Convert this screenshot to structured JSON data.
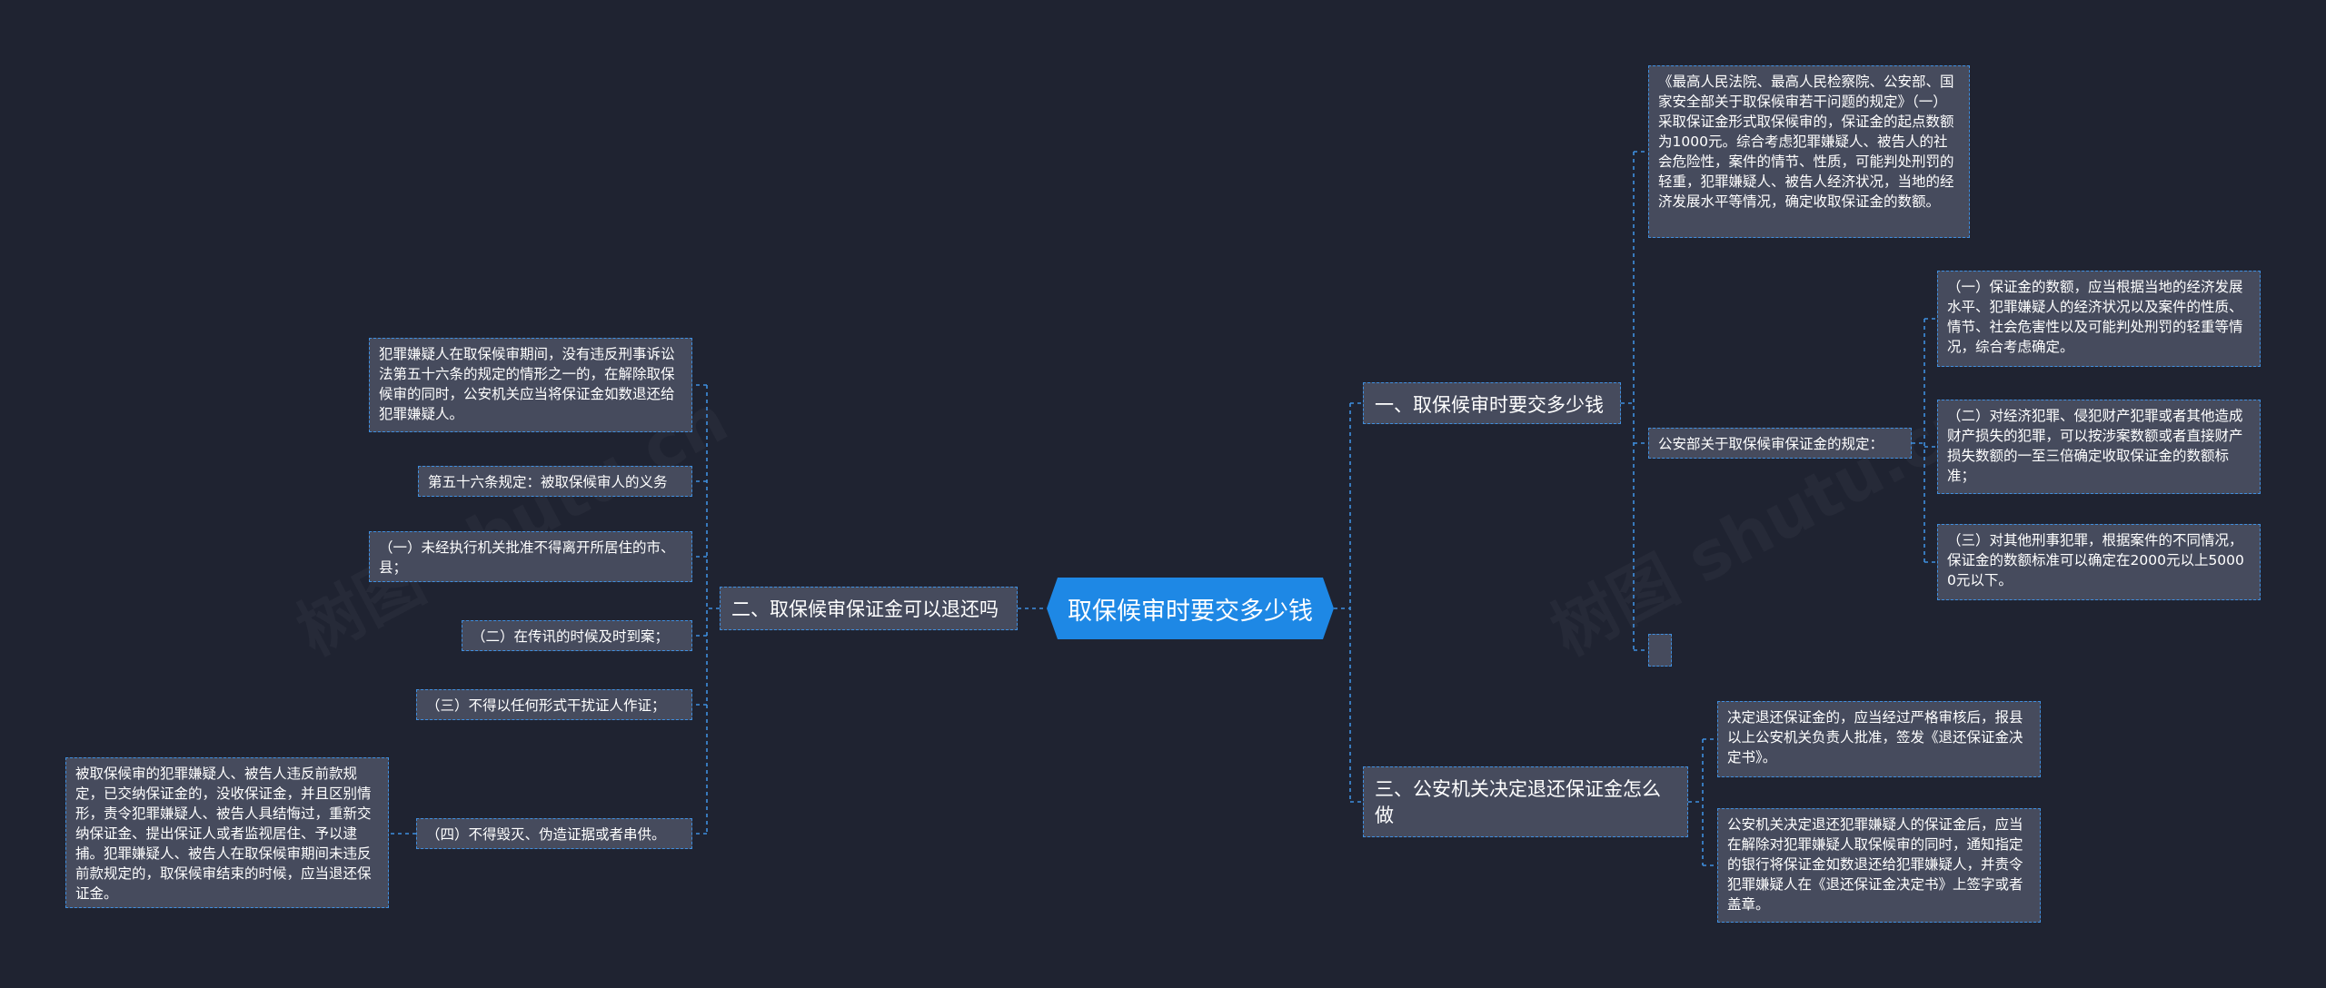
{
  "root": {
    "label": "取保候审时要交多少钱"
  },
  "branches": {
    "b1": {
      "label": "一、取保候审时要交多少钱"
    },
    "b2": {
      "label": "二、取保候审保证金可以退还吗"
    },
    "b3": {
      "label": "三、公安机关决定退还保证金怎么做"
    }
  },
  "b1_children": {
    "reg_text": "《最高人民法院、最高人民检察院、公安部、国家安全部关于取保候审若干问题的规定》（一）采取保证金形式取保候审的，保证金的起点数额为1000元。综合考虑犯罪嫌疑人、被告人的社会危险性，案件的情节、性质，可能判处刑罚的轻重，犯罪嫌疑人、被告人经济状况，当地的经济发展水平等情况，确定收取保证金的数额。",
    "ministry_label": "公安部关于取保候审保证金的规定：",
    "rules": [
      "（一）保证金的数额，应当根据当地的经济发展水平、犯罪嫌疑人的经济状况以及案件的性质、情节、社会危害性以及可能判处刑罚的轻重等情况，综合考虑确定。",
      "（二）对经济犯罪、侵犯财产犯罪或者其他造成财产损失的犯罪，可以按涉案数额或者直接财产损失数额的一至三倍确定收取保证金的数额标准；",
      "（三）对其他刑事犯罪，根据案件的不同情况，保证金的数额标准可以确定在2000元以上50000元以下。"
    ],
    "empty": ""
  },
  "b2_children": {
    "refund_text": "犯罪嫌疑人在取保候审期间，没有违反刑事诉讼法第五十六条的规定的情形之一的，在解除取保候审的同时，公安机关应当将保证金如数退还给犯罪嫌疑人。",
    "art56_title": "第五十六条规定：被取保候审人的义务",
    "duties": [
      "（一）未经执行机关批准不得离开所居住的市、县；",
      "（二）在传讯的时候及时到案；",
      "（三）不得以任何形式干扰证人作证；",
      "（四）不得毁灭、伪造证据或者串供。"
    ],
    "violation_text": "被取保候审的犯罪嫌疑人、被告人违反前款规定，已交纳保证金的，没收保证金，并且区别情形，责令犯罪嫌疑人、被告人具结悔过，重新交纳保证金、提出保证人或者监视居住、予以逮捕。犯罪嫌疑人、被告人在取保候审期间未违反前款规定的，取保候审结束的时候，应当退还保证金。"
  },
  "b3_children": {
    "decision_text": "决定退还保证金的，应当经过严格审核后，报县以上公安机关负责人批准，签发《退还保证金决定书》。",
    "notify_text": "公安机关决定退还犯罪嫌疑人的保证金后，应当在解除对犯罪嫌疑人取保候审的同时，通知指定的银行将保证金如数退还给犯罪嫌疑人，并责令犯罪嫌疑人在《退还保证金决定书》上签字或者盖章。"
  },
  "colors": {
    "background": "#1f2331",
    "node_fill": "#464b5d",
    "connector": "#3f8fe0",
    "root_fill": "#1e88e5"
  }
}
